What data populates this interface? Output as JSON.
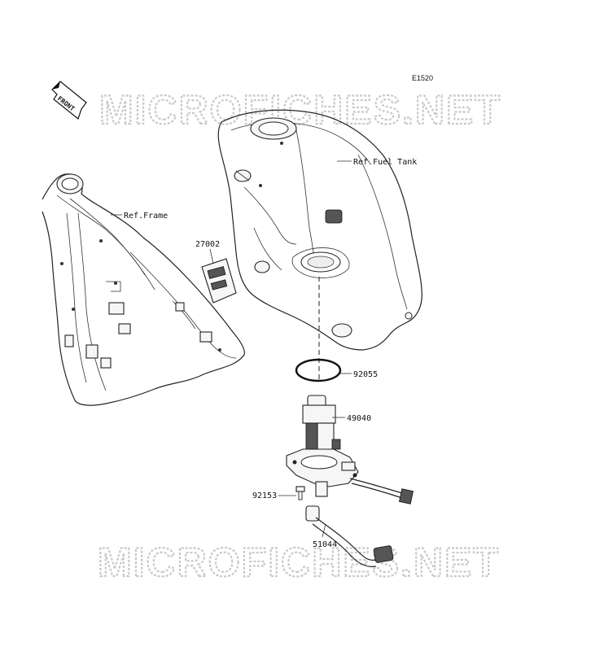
{
  "diagram": {
    "code": "E1520",
    "front_label": "FRONT",
    "watermark": "MICROFICHES.NET",
    "labels": {
      "fuel_tank": "Ref.Fuel Tank",
      "frame": "Ref.Frame",
      "p27002": "27002",
      "p92055": "92055",
      "p49040": "49040",
      "p92153": "92153",
      "p51044": "51044"
    }
  }
}
